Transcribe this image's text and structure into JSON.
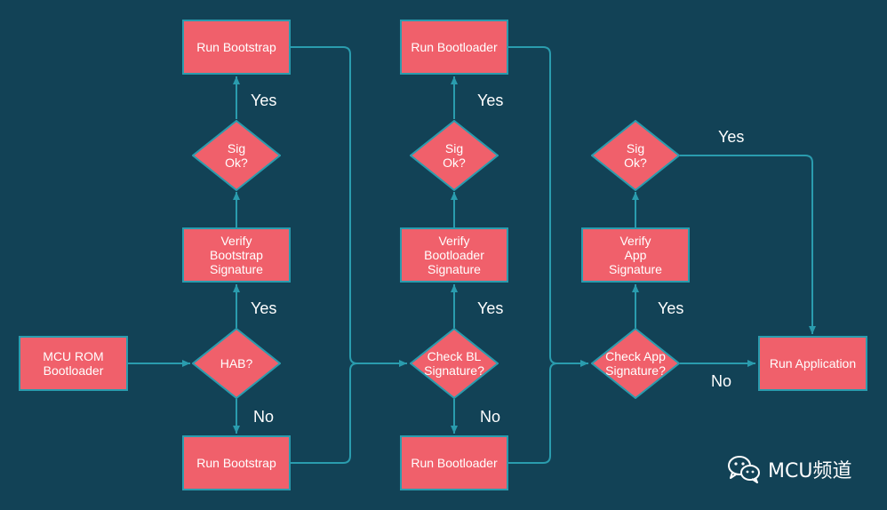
{
  "nodes": {
    "mcu_rom": "MCU ROM\nBootloader",
    "hab": "HAB?",
    "verify_bootstrap": "Verify\nBootstrap\nSignature",
    "sig_ok_1": "Sig\nOk?",
    "run_bootstrap_top": "Run Bootstrap",
    "run_bootstrap_bottom": "Run Bootstrap",
    "check_bl": "Check BL\nSignature?",
    "verify_bootloader": "Verify\nBootloader\nSignature",
    "sig_ok_2": "Sig\nOk?",
    "run_bootloader_top": "Run Bootloader",
    "run_bootloader_bottom": "Run Bootloader",
    "check_app": "Check App\nSignature?",
    "verify_app": "Verify\nApp\nSignature",
    "sig_ok_3": "Sig\nOk?",
    "run_application": "Run Application"
  },
  "edge_labels": {
    "hab_yes": "Yes",
    "hab_no": "No",
    "sig1_yes": "Yes",
    "checkbl_yes": "Yes",
    "checkbl_no": "No",
    "sig2_yes": "Yes",
    "checkapp_yes": "Yes",
    "checkapp_no": "No",
    "sig3_yes": "Yes"
  },
  "watermark": {
    "text": "MCU频道",
    "icon": "wechat-icon"
  },
  "colors": {
    "background": "#124256",
    "node_fill": "#f0606b",
    "edge": "#2a9cae"
  }
}
